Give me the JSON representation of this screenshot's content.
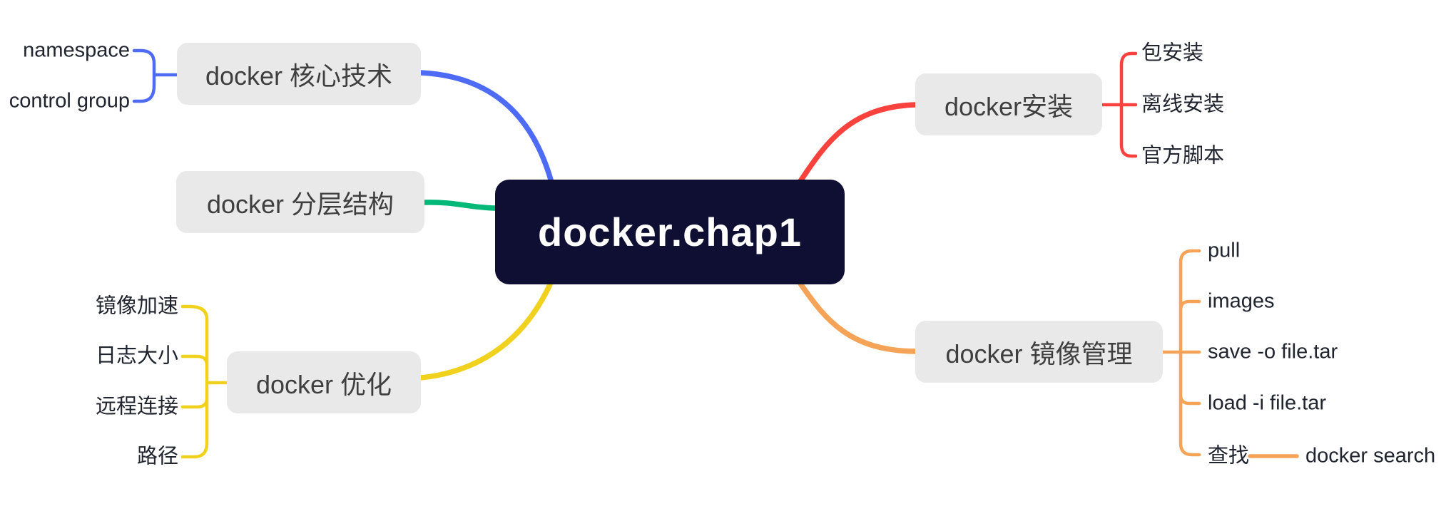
{
  "root": {
    "label": "docker.chap1",
    "bg_color": "#0e0f33",
    "text_color": "#ffffff"
  },
  "style": {
    "topic_bg_color": "#e9e9e9",
    "topic_text_color": "#3f3f3f",
    "child_text_color": "#20242e",
    "canvas_bg_color": "#ffffff"
  },
  "branches": [
    {
      "label": "docker 核心技术",
      "color": "#4d6bf5",
      "children": [
        {
          "label": "namespace"
        },
        {
          "label": "control group"
        }
      ]
    },
    {
      "label": "docker 分层结构",
      "color": "#00b878",
      "children": []
    },
    {
      "label": "docker 优化",
      "color": "#f0d11e",
      "children": [
        {
          "label": "镜像加速"
        },
        {
          "label": "日志大小"
        },
        {
          "label": "远程连接"
        },
        {
          "label": "路径"
        }
      ]
    },
    {
      "label": "docker安装",
      "color": "#f9423d",
      "children": [
        {
          "label": "包安装"
        },
        {
          "label": "离线安装"
        },
        {
          "label": "官方脚本"
        }
      ]
    },
    {
      "label": "docker 镜像管理",
      "color": "#f5a356",
      "children": [
        {
          "label": "pull"
        },
        {
          "label": "images"
        },
        {
          "label": "save -o file.tar"
        },
        {
          "label": "load -i file.tar"
        },
        {
          "label": "查找",
          "children": [
            {
              "label": "docker search"
            }
          ]
        }
      ]
    }
  ]
}
